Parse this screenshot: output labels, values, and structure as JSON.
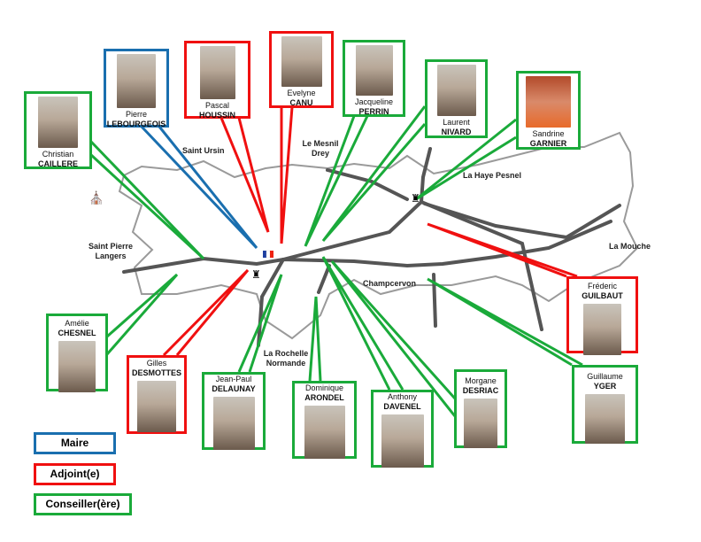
{
  "people": [
    {
      "first": "Christian",
      "last": "CAILLERE",
      "role": "conseiller"
    },
    {
      "first": "Pierre",
      "last": "LEBOURGEOIS",
      "role": "maire"
    },
    {
      "first": "Pascal",
      "last": "HOUSSIN",
      "role": "adjoint"
    },
    {
      "first": "Evelyne",
      "last": "CANU",
      "role": "adjoint"
    },
    {
      "first": "Jacqueline",
      "last": "PERRIN",
      "role": "conseiller"
    },
    {
      "first": "Laurent",
      "last": "NIVARD",
      "role": "conseiller"
    },
    {
      "first": "Sandrine",
      "last": "GARNIER",
      "role": "conseiller"
    },
    {
      "first": "Fréderic",
      "last": "GUILBAUT",
      "role": "adjoint"
    },
    {
      "first": "Guillaume",
      "last": "YGER",
      "role": "conseiller"
    },
    {
      "first": "Amélie",
      "last": "CHESNEL",
      "role": "conseiller"
    },
    {
      "first": "Gilles",
      "last": "DESMOTTES",
      "role": "adjoint"
    },
    {
      "first": "Jean-Paul",
      "last": "DELAUNAY",
      "role": "conseiller"
    },
    {
      "first": "Dominique",
      "last": "ARONDEL",
      "role": "conseiller"
    },
    {
      "first": "Anthony",
      "last": "DAVENEL",
      "role": "conseiller"
    },
    {
      "first": "Morgane",
      "last": "DESRIAC",
      "role": "conseiller"
    }
  ],
  "places": {
    "saint_ursin": "Saint Ursin",
    "mesnil": "Le Mesnil Drey",
    "haye": "La Haye Pesnel",
    "mouche": "La Mouche",
    "saint_pierre": "Saint Pierre Langers",
    "champcervon": "Champcervon",
    "rochelle": "La Rochelle Normande"
  },
  "legend": {
    "maire": "Maire",
    "adjoint": "Adjoint(e)",
    "conseiller": "Conseiller(ère)"
  },
  "colors": {
    "maire": "#1a6faf",
    "adjoint": "#f01010",
    "conseiller": "#1aaa3a"
  }
}
